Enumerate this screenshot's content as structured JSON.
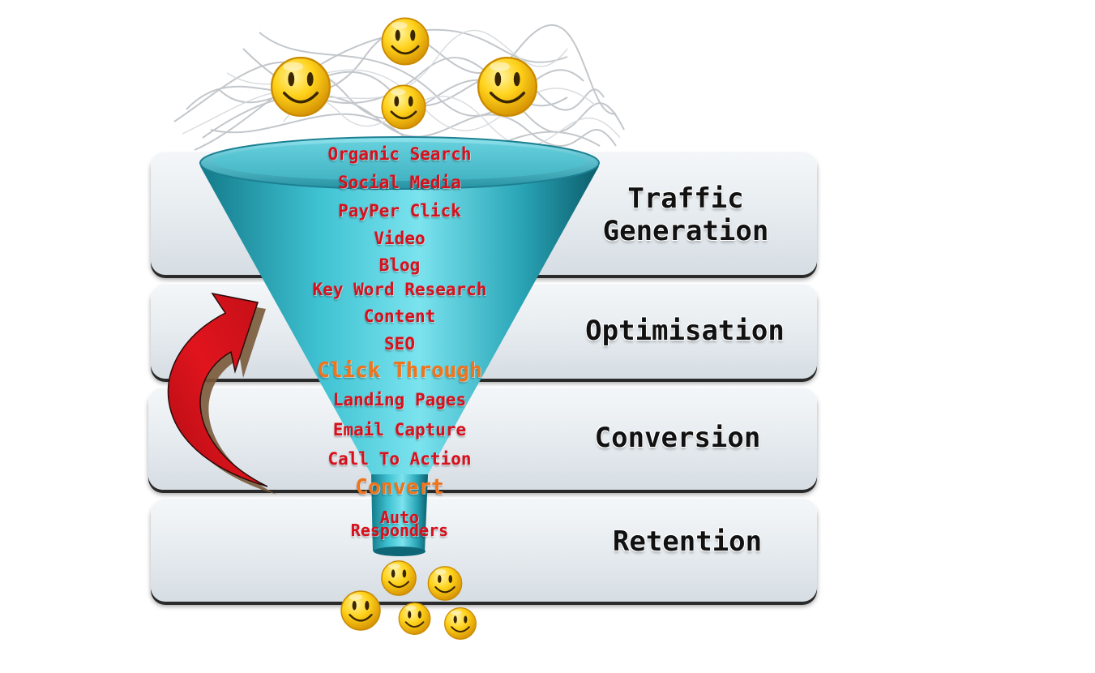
{
  "stages": [
    {
      "line1": "Traffic",
      "line2": "Generation"
    },
    {
      "line1": "Optimisation",
      "line2": ""
    },
    {
      "line1": "Conversion",
      "line2": ""
    },
    {
      "line1": "Retention",
      "line2": ""
    }
  ],
  "funnel_items": [
    {
      "text": "Organic Search"
    },
    {
      "text": "Social Media"
    },
    {
      "text": "PayPer Click"
    },
    {
      "text": "Video"
    },
    {
      "text": "Blog"
    },
    {
      "text": "Key Word Research"
    },
    {
      "text": "Content"
    },
    {
      "text": "SEO"
    },
    {
      "text": "Click Through"
    },
    {
      "text": "Landing Pages"
    },
    {
      "text": "Email Capture"
    },
    {
      "text": "Call To Action"
    },
    {
      "text": "Convert"
    },
    {
      "line1": "Auto",
      "line2": "Responders"
    }
  ],
  "colors": {
    "funnel": "#3fb7c7",
    "item_text": "#d80f1c",
    "milestone_text": "#f0741c",
    "arrow": "#d0121a",
    "smiley": "#f5c000"
  }
}
